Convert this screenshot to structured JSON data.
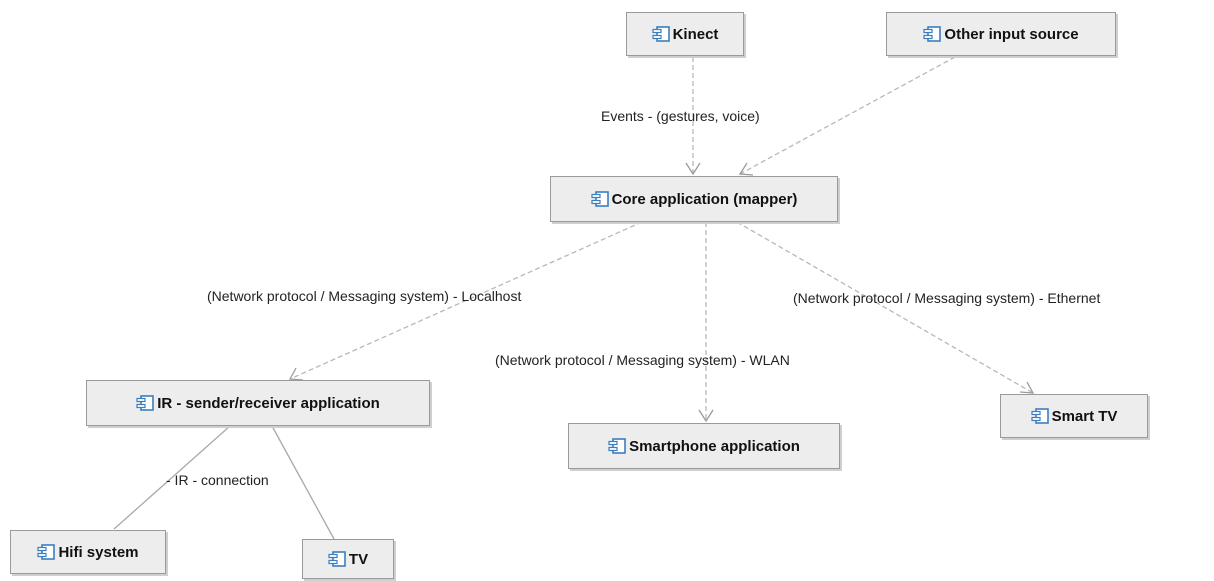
{
  "diagram": {
    "nodes": {
      "kinect": "Kinect",
      "other_input": "Other input source",
      "core": "Core application (mapper)",
      "ir_app": "IR - sender/receiver application",
      "smartphone": "Smartphone application",
      "smart_tv": "Smart TV",
      "hifi": "Hifi system",
      "tv": "TV"
    },
    "edge_labels": {
      "events": "Events - (gestures, voice)",
      "localhost": "(Network protocol / Messaging system) - Localhost",
      "wlan": "(Network protocol / Messaging system) - WLAN",
      "ethernet": "(Network protocol / Messaging system) - Ethernet",
      "ir_connection": "- IR - connection"
    },
    "icon": "component-icon",
    "colors": {
      "node_fill": "#ededed",
      "node_border": "#9a9a9a",
      "dependency_line": "#b8b8b8",
      "connection_line": "#a8a8a8",
      "icon": "#3a7ec0"
    }
  }
}
